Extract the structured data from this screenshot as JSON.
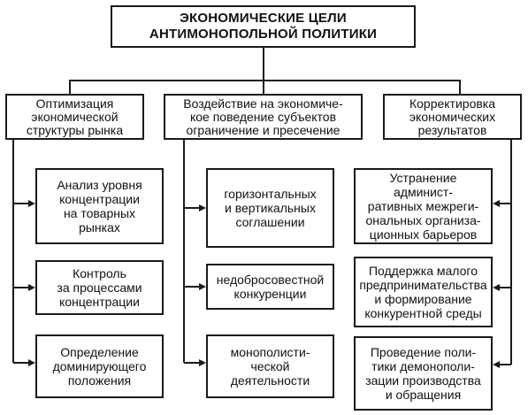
{
  "title": "ЭКОНОМИЧЕСКИЕ ЦЕЛИ\nАНТИМОНОПОЛЬНОЙ ПОЛИТИКИ",
  "columns": [
    {
      "header": "Оптимизация\nэкономической\nструктуры рынка",
      "items": [
        "Анализ уровня\nконцентрации\nна товарных\nрынках",
        "Контроль\nза процессами\nконцентрации",
        "Определение\nдоминирующего\nположения"
      ]
    },
    {
      "header": "Воздействие на экономиче-\nкое поведение субъектов\nограничение и пресечение",
      "items": [
        "горизонтальных\nи вертикальных\nсоглашении",
        "недобросовестной\nконкуренции",
        "монополисти-\nческой\nдеятельности"
      ]
    },
    {
      "header": "Корректировка\nэкономических\nрезультатов",
      "items": [
        "Устранение админист-\nративных межреги-\nональных организа-\nционных барьеров",
        "Поддержка малого\nпредпринимательства\nи формирование\nконкурентной среды",
        "Проведение поли-\nтики демонополи-\nзации производства\nи обращения"
      ]
    }
  ]
}
